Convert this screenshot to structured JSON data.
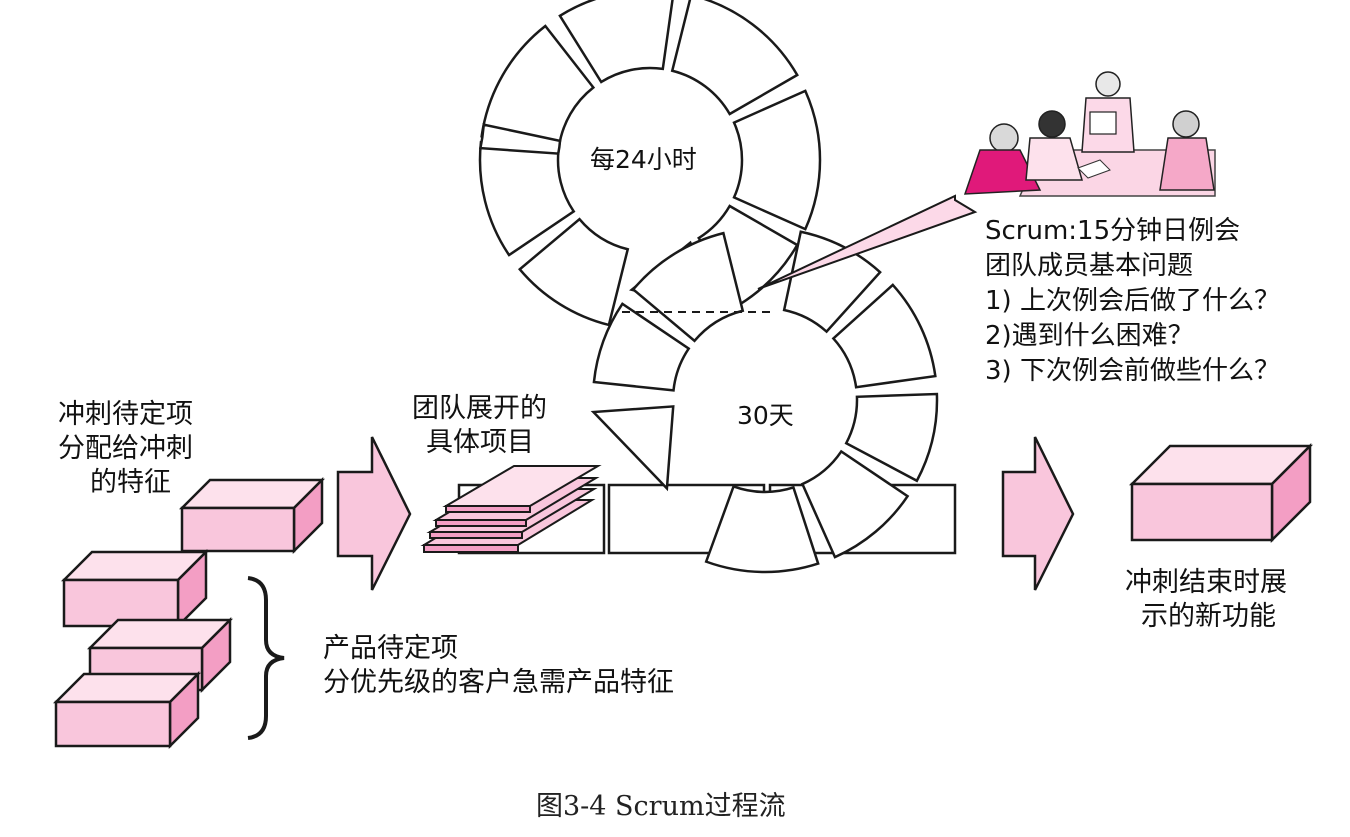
{
  "labels": {
    "sprint_backlog": [
      "冲刺待定项",
      "分配给冲刺",
      "的特征"
    ],
    "product_backlog": [
      "产品待定项",
      "分优先级的客户急需产品特征"
    ],
    "team_tasks": [
      "团队展开的",
      "具体项目"
    ],
    "daily_cycle": "每24小时",
    "sprint_cycle": "30天",
    "scrum_meeting": [
      "Scrum:15分钟日例会",
      "团队成员基本问题",
      "1) 上次例会后做了什么？",
      "2)遇到什么困难？",
      "3) 下次例会前做些什么？"
    ],
    "sprint_result": [
      "冲刺结束时展",
      "示的新功能"
    ]
  },
  "caption": "图3-4   Scrum过程流",
  "colors": {
    "pink_fill": "#f9c6dc",
    "pink_side": "#f39ec4",
    "pink_top": "#fde1ec",
    "stroke": "#1a1a1a",
    "magenta": "#e0197a"
  }
}
